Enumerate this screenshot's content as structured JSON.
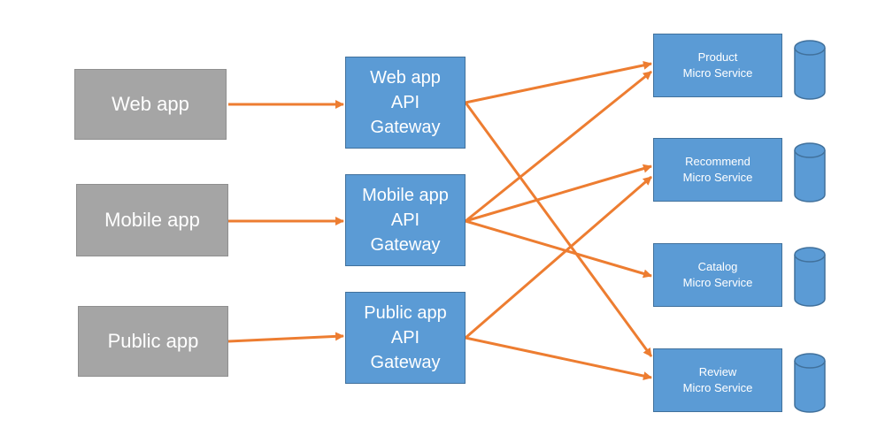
{
  "clients": [
    {
      "id": "web",
      "label": "Web app"
    },
    {
      "id": "mobile",
      "label": "Mobile app"
    },
    {
      "id": "public",
      "label": "Public app"
    }
  ],
  "gateways": [
    {
      "id": "web",
      "lines": [
        "Web app",
        "API",
        "Gateway"
      ]
    },
    {
      "id": "mobile",
      "lines": [
        "Mobile app",
        "API",
        "Gateway"
      ]
    },
    {
      "id": "public",
      "lines": [
        "Public app",
        "API",
        "Gateway"
      ]
    }
  ],
  "services": [
    {
      "id": "product",
      "lines": [
        "Product",
        "Micro Service"
      ]
    },
    {
      "id": "recommend",
      "lines": [
        "Recommend",
        "Micro Service"
      ]
    },
    {
      "id": "catalog",
      "lines": [
        "Catalog",
        "Micro Service"
      ]
    },
    {
      "id": "review",
      "lines": [
        "Review",
        "Micro Service"
      ]
    }
  ],
  "colors": {
    "client": "#a5a5a5",
    "gateway": "#5b9bd5",
    "service": "#5b9bd5",
    "database": "#5b9bd5",
    "arrow": "#ed7d31"
  }
}
